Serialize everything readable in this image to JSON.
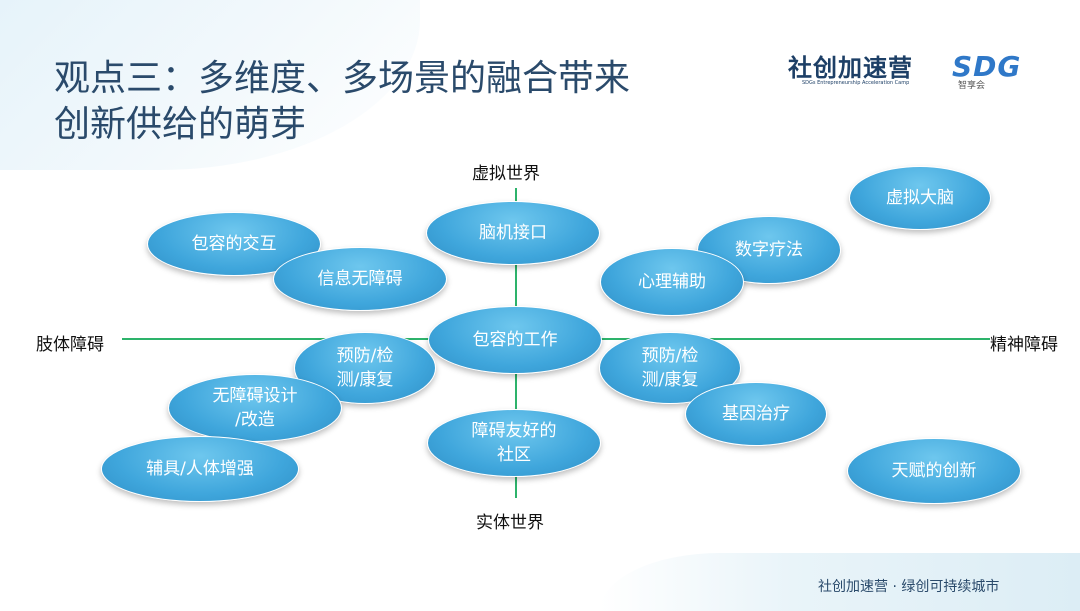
{
  "title": {
    "line1": "观点三：多维度、多场景的融合带来",
    "line2": "创新供给的萌芽"
  },
  "logos": {
    "camp_name": "社创加速营",
    "camp_sub": "SDGs Entrepreneurship Acceleration Camp",
    "sdg_name": "SDG",
    "sdg_sub": "智享会"
  },
  "axes": {
    "top": "虚拟世界",
    "bottom": "实体世界",
    "left": "肢体障碍",
    "right": "精神障碍"
  },
  "bubbles": {
    "inclusive_interaction": "包容的交互",
    "info_accessibility": "信息无障碍",
    "bci": "脑机接口",
    "digital_therapy": "数字疗法",
    "mental_aid": "心理辅助",
    "virtual_brain": "虚拟大脑",
    "inclusive_work": "包容的工作",
    "prevention_left_1": "预防/检",
    "prevention_left_2": "测/康复",
    "prevention_right_1": "预防/检",
    "prevention_right_2": "测/康复",
    "barrier_free_1": "无障碍设计",
    "barrier_free_2": "/改造",
    "friendly_community_1": "障碍友好的",
    "friendly_community_2": "社区",
    "gene_therapy": "基因治疗",
    "assistive_devices": "辅具/人体增强",
    "gifted_innovation": "天赋的创新"
  },
  "colors": {
    "bubble": "#3fa6dc",
    "axis_line": "#2db36b",
    "title": "#2a4a6b"
  },
  "footer": "社创加速营 · 绿创可持续城市"
}
